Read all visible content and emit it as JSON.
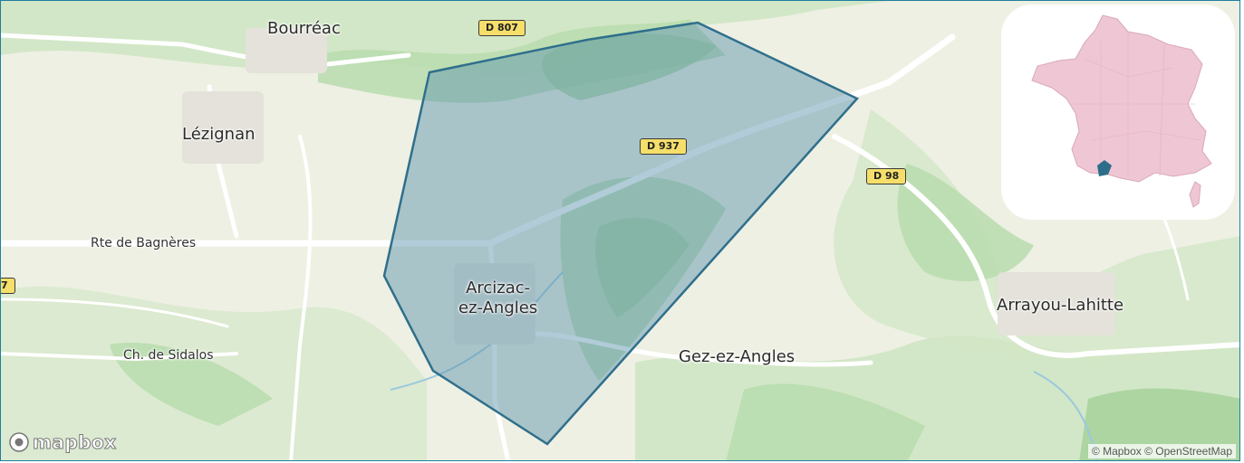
{
  "map": {
    "towns": [
      {
        "id": "bourreac",
        "name": "Bourréac"
      },
      {
        "id": "lezignan",
        "name": "Lézignan"
      },
      {
        "id": "arcizac",
        "name": "Arcizac-\nez-Angles"
      },
      {
        "id": "gez",
        "name": "Gez-ez-Angles"
      },
      {
        "id": "arrayou",
        "name": "Arrayou-Lahitte"
      }
    ],
    "roads": [
      {
        "id": "rte-bagneres",
        "name": "Rte de Bagnères"
      },
      {
        "id": "ch-sidalos",
        "name": "Ch. de Sidalos"
      }
    ],
    "shields": [
      {
        "id": "d807",
        "label": "D 807"
      },
      {
        "id": "d937",
        "label": "D 937"
      },
      {
        "id": "d98",
        "label": "D 98"
      },
      {
        "id": "edge",
        "label": "7"
      }
    ],
    "area_fill": "#5b95ad",
    "area_stroke": "#2f6f8c",
    "inset_country_fill": "#efc6d3",
    "inset_highlight": "#2c6e8a",
    "logo": "mapbox",
    "attribution": "© Mapbox © OpenStreetMap"
  }
}
